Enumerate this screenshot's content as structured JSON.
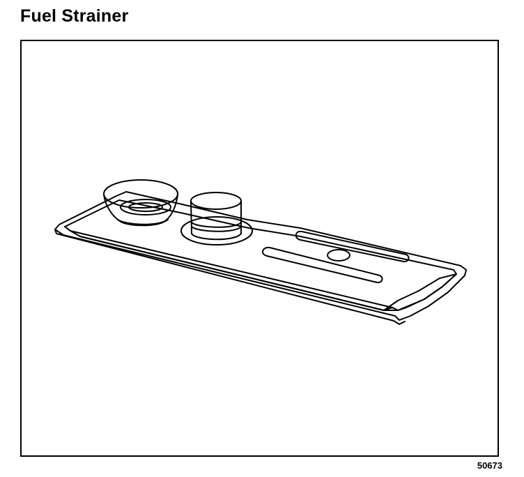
{
  "title": "Fuel Strainer",
  "figure_number": "50673",
  "colors": {
    "ink": "#000000",
    "paper": "#ffffff"
  },
  "illustration": {
    "subject": "fuel-strainer",
    "parts": [
      "strainer-body",
      "cup-fitting",
      "cylindrical-fitting",
      "vent-slot-upper",
      "vent-slot-lower",
      "round-hole"
    ]
  }
}
